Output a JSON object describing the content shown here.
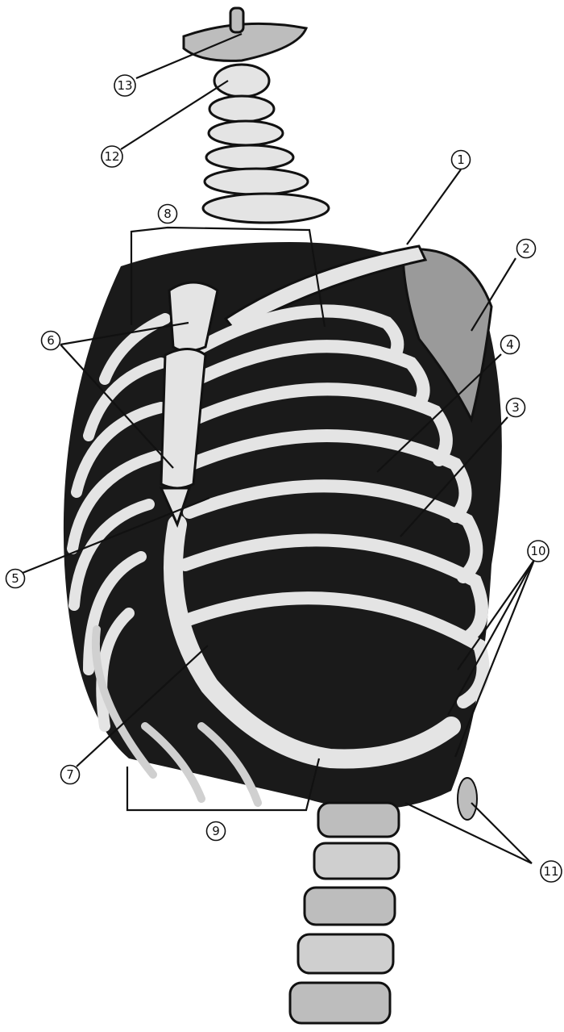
{
  "diagram": {
    "callouts": [
      {
        "id": "1",
        "label": "1"
      },
      {
        "id": "2",
        "label": "2"
      },
      {
        "id": "3",
        "label": "3"
      },
      {
        "id": "4",
        "label": "4"
      },
      {
        "id": "5",
        "label": "5"
      },
      {
        "id": "6",
        "label": "6"
      },
      {
        "id": "7",
        "label": "7"
      },
      {
        "id": "8",
        "label": "8"
      },
      {
        "id": "9",
        "label": "9"
      },
      {
        "id": "10",
        "label": "10"
      },
      {
        "id": "11",
        "label": "11"
      },
      {
        "id": "12",
        "label": "12"
      },
      {
        "id": "13",
        "label": "13"
      }
    ],
    "colors": {
      "ink": "#111111",
      "bone": "#e4e4e4",
      "bone_shade": "#bdbdbd",
      "cavity": "#1a1a1a",
      "background": "#ffffff"
    }
  }
}
